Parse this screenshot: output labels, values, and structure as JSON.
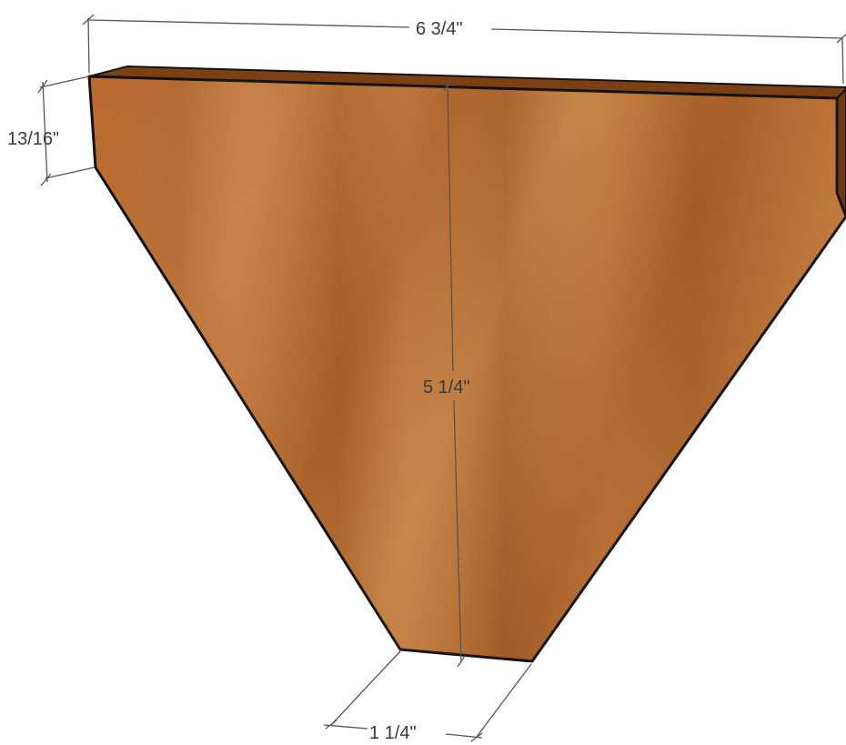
{
  "diagram": {
    "dimensions": {
      "top_width": "6 3/4\"",
      "thickness": "13/16\"",
      "height": "5 1/4\"",
      "bottom_width": "1 1/4\""
    },
    "colors": {
      "wood_light": "#c47a3c",
      "wood_mid": "#b0652a",
      "wood_dark": "#8f4d1c",
      "top_edge": "#7a3f15",
      "outline": "#111111",
      "dimension_line": "#555555"
    }
  }
}
